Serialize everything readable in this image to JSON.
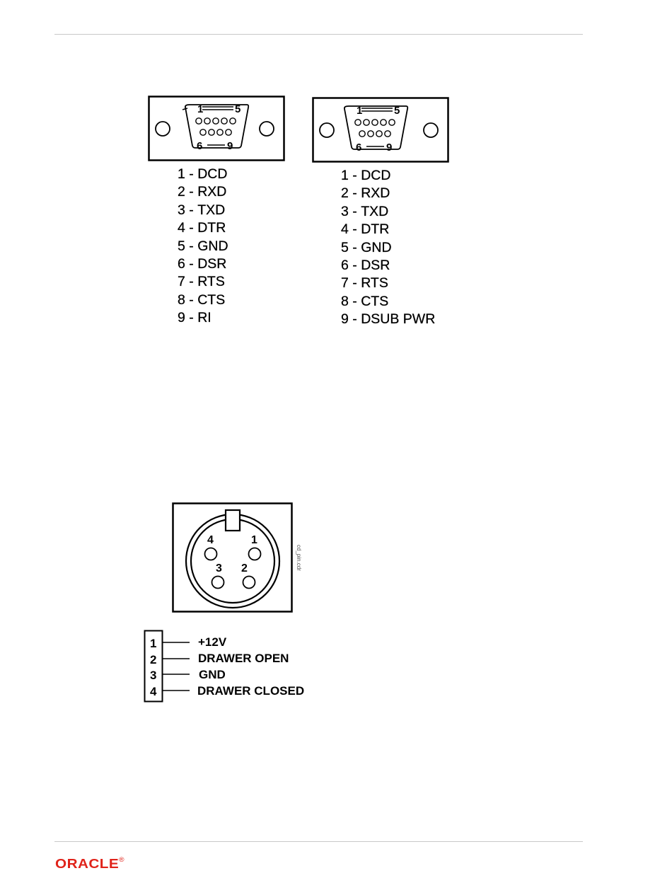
{
  "connectors": {
    "db9_left": {
      "face_top": "1",
      "face_top_right": "5",
      "face_bottom": "6",
      "face_bottom_right": "9",
      "pins": [
        {
          "num": "1",
          "label": "DCD"
        },
        {
          "num": "2",
          "label": "RXD"
        },
        {
          "num": "3",
          "label": "TXD"
        },
        {
          "num": "4",
          "label": "DTR"
        },
        {
          "num": "5",
          "label": "GND"
        },
        {
          "num": "6",
          "label": "DSR"
        },
        {
          "num": "7",
          "label": "RTS"
        },
        {
          "num": "8",
          "label": "CTS"
        },
        {
          "num": "9",
          "label": "RI"
        }
      ]
    },
    "db9_right": {
      "face_top": "1",
      "face_top_right": "5",
      "face_bottom": "6",
      "face_bottom_right": "9",
      "pins": [
        {
          "num": "1",
          "label": "DCD"
        },
        {
          "num": "2",
          "label": "RXD"
        },
        {
          "num": "3",
          "label": "TXD"
        },
        {
          "num": "4",
          "label": "DTR"
        },
        {
          "num": "5",
          "label": "GND"
        },
        {
          "num": "6",
          "label": "DSR"
        },
        {
          "num": "7",
          "label": "RTS"
        },
        {
          "num": "8",
          "label": "CTS"
        },
        {
          "num": "9",
          "label": "DSUB PWR"
        }
      ]
    },
    "drawer": {
      "pin_labels": [
        "4",
        "1",
        "3",
        "2"
      ],
      "filename": "cd_pin.cdr",
      "table": [
        {
          "num": "1",
          "signal": "+12V"
        },
        {
          "num": "2",
          "signal": "DRAWER OPEN"
        },
        {
          "num": "3",
          "signal": "GND"
        },
        {
          "num": "4",
          "signal": "DRAWER CLOSED"
        }
      ]
    }
  },
  "footer": {
    "logo_text": "ORACLE",
    "logo_mark": "®",
    "logo_color": "#e0231a"
  }
}
